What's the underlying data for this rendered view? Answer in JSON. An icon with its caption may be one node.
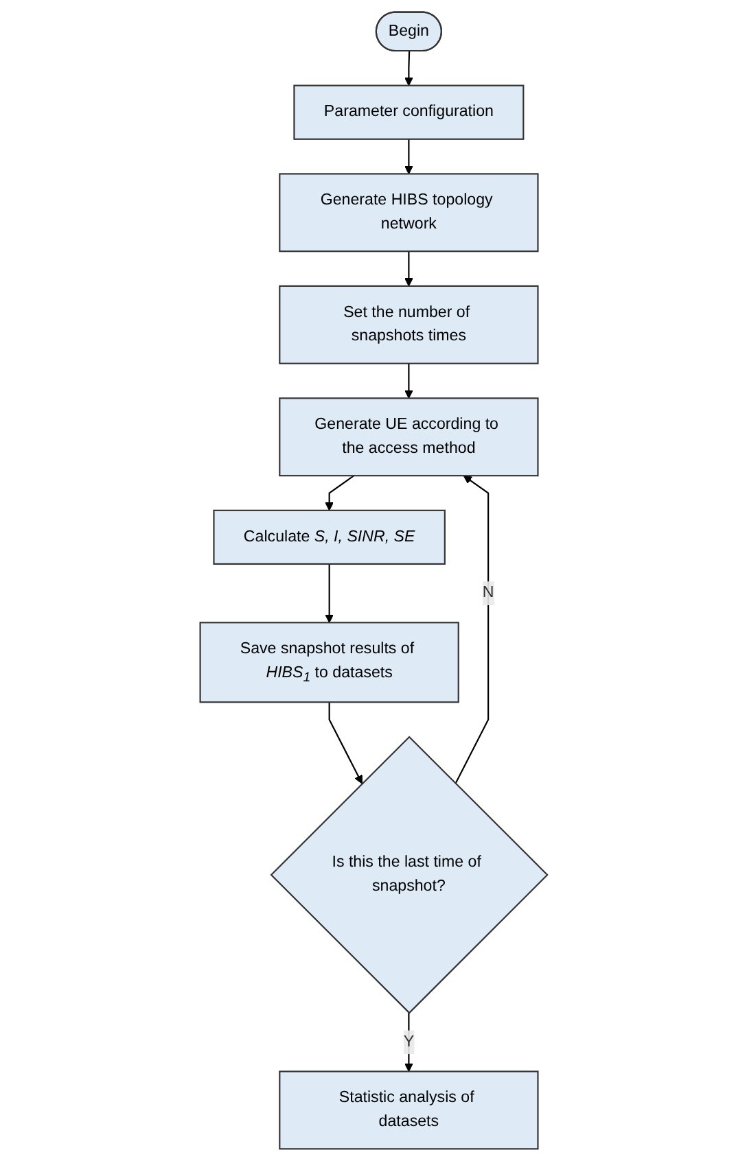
{
  "diagram": {
    "nodes": [
      {
        "text": [
          "Begin"
        ]
      },
      {
        "text": [
          "Parameter configuration"
        ]
      },
      {
        "text": [
          "Generate HIBS topology network"
        ]
      },
      {
        "text": [
          "Set the number of snapshots times"
        ]
      },
      {
        "text": [
          "Generate UE according to the access method"
        ]
      },
      {
        "text": [
          "Calculate *S, I, SINR, SE*"
        ]
      },
      {
        "text": [
          "Save snapshot results of *HIBS$_{1}$* to datasets"
        ]
      },
      {
        "text": [
          "Is this the last time of snapshot?"
        ]
      },
      {
        "text": [
          "Statistic analysis of datasets"
        ]
      }
    ],
    "edges": [
      {
        "from": 0,
        "to": 1,
        "arrow": "to"
      },
      {
        "from": 1,
        "to": 2,
        "arrow": "to"
      },
      {
        "from": 2,
        "to": 3,
        "arrow": "to"
      },
      {
        "from": 3,
        "to": 4,
        "arrow": "to"
      },
      {
        "from": 4,
        "to": 5,
        "arrow": "to"
      },
      {
        "from": 5,
        "to": 6,
        "arrow": "to"
      },
      {
        "from": 6,
        "to": 7,
        "arrow": "to"
      },
      {
        "from": 7,
        "to": 8,
        "arrow": "to",
        "label": "Y"
      },
      {
        "from": 7,
        "to": 4,
        "arrow": "to",
        "label": "N"
      }
    ]
  }
}
